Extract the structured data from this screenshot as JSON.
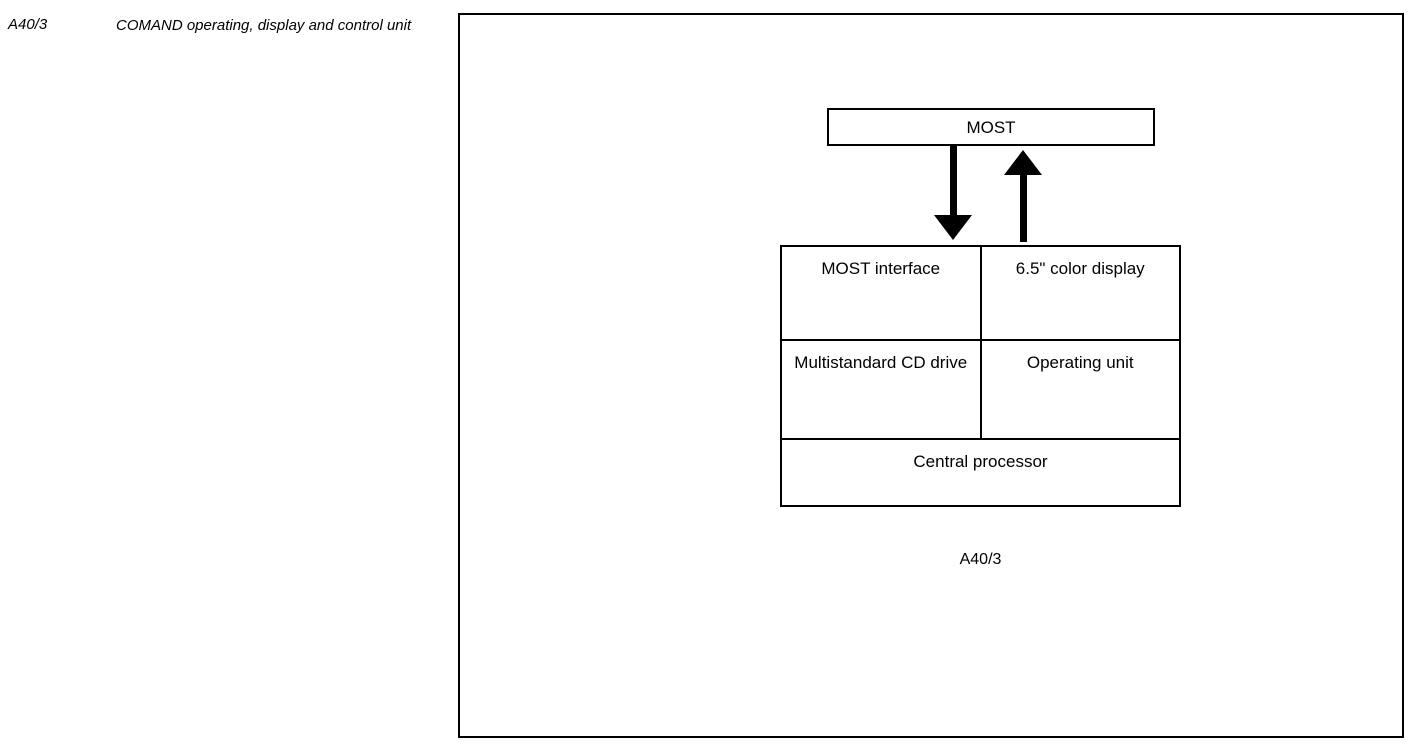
{
  "legend": {
    "key": "A40/3",
    "description": "COMAND operating, display and control unit"
  },
  "diagram": {
    "bus": {
      "label": "MOST"
    },
    "arrows": [
      {
        "name": "arrow-bus-to-unit",
        "direction": "down"
      },
      {
        "name": "arrow-unit-to-bus",
        "direction": "up"
      }
    ],
    "unit": {
      "caption": "A40/3",
      "rows": [
        {
          "cells": [
            {
              "label": "MOST interface"
            },
            {
              "label": "6.5\" color display"
            }
          ]
        },
        {
          "cells": [
            {
              "label": "Multistandard CD drive"
            },
            {
              "label": "Operating unit"
            }
          ]
        },
        {
          "cells": [
            {
              "label": "Central processor"
            }
          ]
        }
      ]
    }
  },
  "colors": {
    "stroke": "#000000",
    "background": "#ffffff"
  }
}
